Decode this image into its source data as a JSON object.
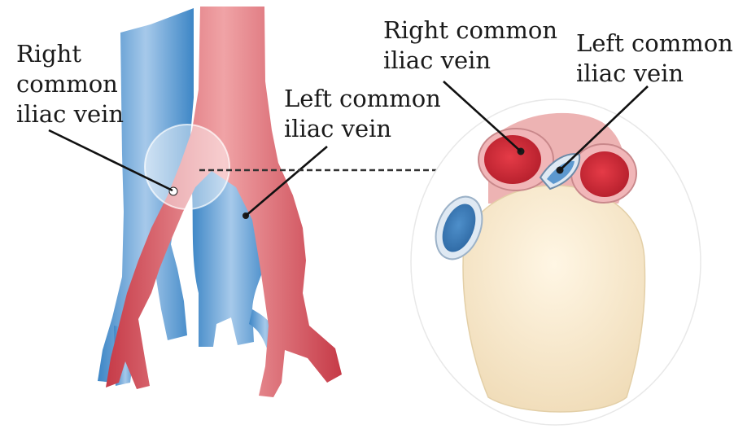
{
  "labels": {
    "left_panel_right_vein": [
      "Right",
      "common",
      "iliac vein"
    ],
    "left_panel_left_vein": [
      "Left common",
      "iliac vein"
    ],
    "right_panel_right_vein": [
      "Right common",
      "iliac vein"
    ],
    "right_panel_left_vein": [
      "Left common",
      "iliac vein"
    ]
  },
  "colors": {
    "artery": "#d9525d",
    "artery_light": "#f0a3a6",
    "vein": "#5b9bd0",
    "vein_light": "#a6c9ea",
    "bone": "#f7ead2",
    "leader": "#111111"
  }
}
